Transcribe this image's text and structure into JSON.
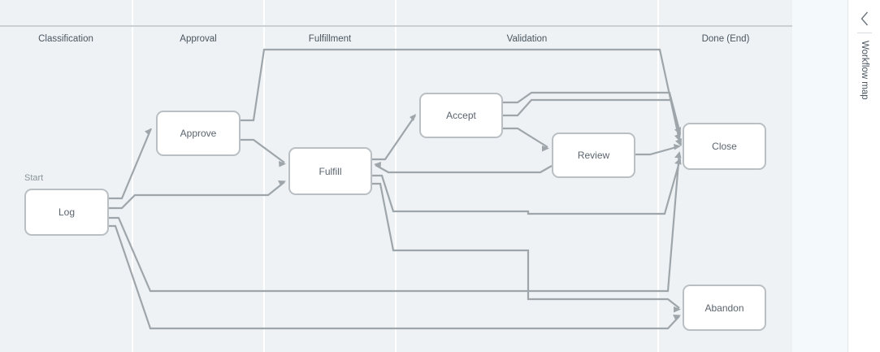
{
  "diagram": {
    "type": "swimlane-workflow",
    "background": "#eef2f4",
    "node_fill": "#ffffff",
    "node_border": "#b9bfc3",
    "edge_color": "#9ea6ab",
    "lanes": [
      {
        "id": "classification",
        "title": "Classification"
      },
      {
        "id": "approval",
        "title": "Approval"
      },
      {
        "id": "fulfillment",
        "title": "Fulfillment"
      },
      {
        "id": "validation",
        "title": "Validation"
      },
      {
        "id": "done",
        "title": "Done (End)"
      }
    ],
    "nodes": [
      {
        "id": "log",
        "label": "Log",
        "lane": "classification",
        "tag": "Start"
      },
      {
        "id": "approve",
        "label": "Approve",
        "lane": "approval",
        "tag": ""
      },
      {
        "id": "fulfill",
        "label": "Fulfill",
        "lane": "fulfillment",
        "tag": ""
      },
      {
        "id": "accept",
        "label": "Accept",
        "lane": "validation",
        "tag": ""
      },
      {
        "id": "review",
        "label": "Review",
        "lane": "validation",
        "tag": ""
      },
      {
        "id": "close",
        "label": "Close",
        "lane": "done",
        "tag": ""
      },
      {
        "id": "abandon",
        "label": "Abandon",
        "lane": "done",
        "tag": ""
      }
    ],
    "edges": [
      {
        "from": "log",
        "to": "approve"
      },
      {
        "from": "log",
        "to": "fulfill"
      },
      {
        "from": "log",
        "to": "close"
      },
      {
        "from": "log",
        "to": "abandon"
      },
      {
        "from": "approve",
        "to": "fulfill"
      },
      {
        "from": "approve",
        "to": "close"
      },
      {
        "from": "fulfill",
        "to": "accept"
      },
      {
        "from": "fulfill",
        "to": "close"
      },
      {
        "from": "fulfill",
        "to": "abandon"
      },
      {
        "from": "accept",
        "to": "review"
      },
      {
        "from": "accept",
        "to": "close"
      },
      {
        "from": "review",
        "to": "fulfill"
      },
      {
        "from": "review",
        "to": "close"
      }
    ]
  },
  "sidebar": {
    "label": "Workflow map",
    "collapse_icon": "chevron-left-icon"
  }
}
